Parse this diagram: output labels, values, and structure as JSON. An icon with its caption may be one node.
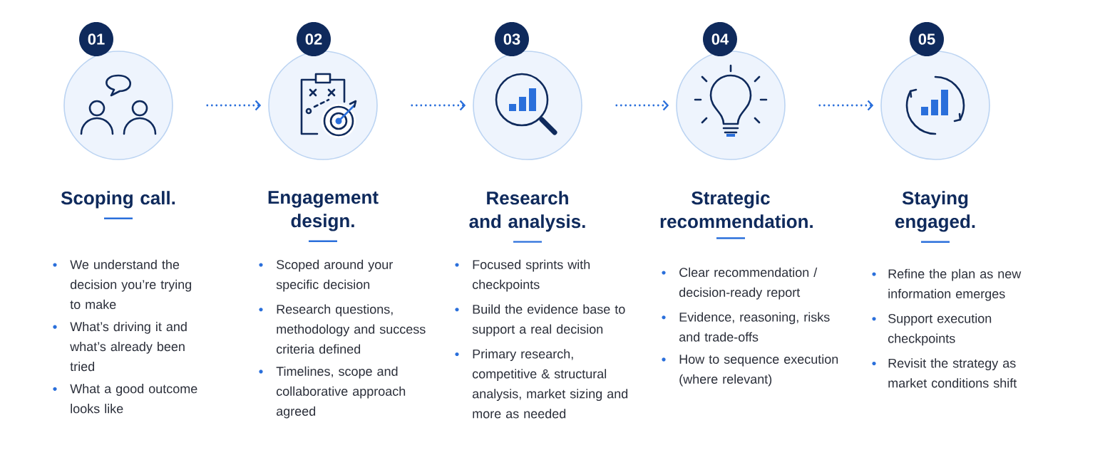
{
  "diagram": {
    "nodes": [
      {
        "text": [
          "01"
        ]
      },
      {
        "text": [],
        "shape": "circle",
        "beside": [
          "Scoping call.",
          "We understand the decision you’re trying to make",
          "What’s driving it and what’s already been tried",
          "What a good outcome looks like"
        ]
      },
      {
        "text": [
          "02"
        ]
      },
      {
        "text": [],
        "shape": "circle",
        "beside": [
          "Engagement design.",
          "Scoped around your specific decision",
          "Research questions, methodology and success criteria defined",
          "Timelines, scope and collaborative approach agreed"
        ]
      },
      {
        "text": [
          "03"
        ]
      },
      {
        "text": [],
        "shape": "circle",
        "beside": [
          "Research and analysis.",
          "Focused sprints with checkpoints",
          "Build the evidence base to support a real decision",
          "Primary research, competitive & structural analysis, market sizing and more as needed"
        ]
      },
      {
        "text": [
          "04"
        ]
      },
      {
        "text": [],
        "shape": "circle",
        "beside": [
          "Strategic recommendation.",
          "Clear recommendation / decision-ready report",
          "Evidence, reasoning, risks and trade-offs",
          "How to sequence execution (where relevant)"
        ]
      },
      {
        "text": [
          "05"
        ]
      },
      {
        "text": [],
        "shape": "circle",
        "beside": [
          "Staying engaged.",
          "Refine the plan as new information emerges",
          "Support execution checkpoints",
          "Revisit the strategy as market conditions shift"
        ]
      }
    ],
    "edges": [
      {
        "from": 1,
        "to": 3,
        "arrow": "to",
        "style": "dashed"
      },
      {
        "from": 3,
        "to": 5,
        "arrow": "to",
        "style": "dashed"
      },
      {
        "from": 5,
        "to": 7,
        "arrow": "to",
        "style": "dashed"
      },
      {
        "from": 7,
        "to": 9,
        "arrow": "to",
        "style": "dashed"
      }
    ]
  }
}
